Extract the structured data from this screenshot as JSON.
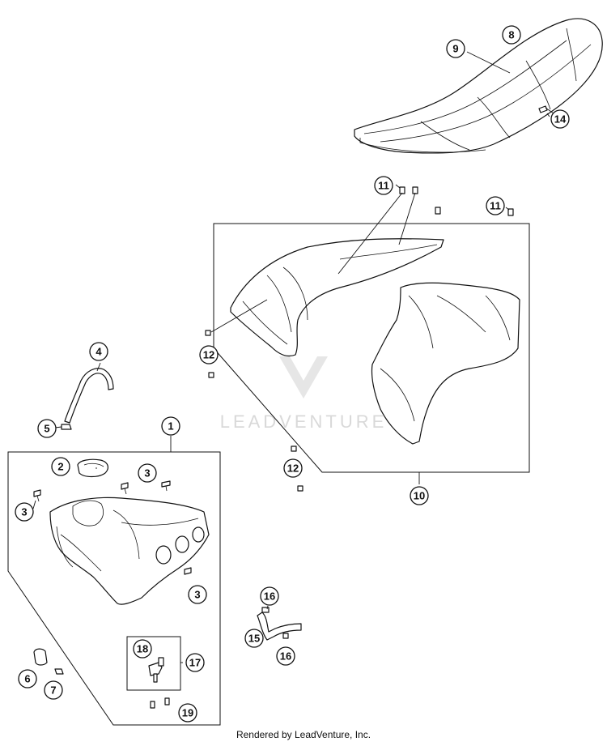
{
  "watermark": {
    "brand": "LEADVENTURE"
  },
  "footer": {
    "credit": "Rendered by LeadVenture, Inc."
  },
  "callouts": [
    {
      "id": "c8",
      "label": "8"
    },
    {
      "id": "c9",
      "label": "9"
    },
    {
      "id": "c14",
      "label": "14"
    },
    {
      "id": "c11a",
      "label": "11"
    },
    {
      "id": "c11b",
      "label": "11"
    },
    {
      "id": "c12a",
      "label": "12"
    },
    {
      "id": "c12b",
      "label": "12"
    },
    {
      "id": "c10",
      "label": "10"
    },
    {
      "id": "c4",
      "label": "4"
    },
    {
      "id": "c5",
      "label": "5"
    },
    {
      "id": "c1",
      "label": "1"
    },
    {
      "id": "c2",
      "label": "2"
    },
    {
      "id": "c3a",
      "label": "3"
    },
    {
      "id": "c3b",
      "label": "3"
    },
    {
      "id": "c3c",
      "label": "3"
    },
    {
      "id": "c16a",
      "label": "16"
    },
    {
      "id": "c15",
      "label": "15"
    },
    {
      "id": "c16b",
      "label": "16"
    },
    {
      "id": "c18",
      "label": "18"
    },
    {
      "id": "c17",
      "label": "17"
    },
    {
      "id": "c6",
      "label": "6"
    },
    {
      "id": "c7",
      "label": "7"
    },
    {
      "id": "c19",
      "label": "19"
    }
  ]
}
